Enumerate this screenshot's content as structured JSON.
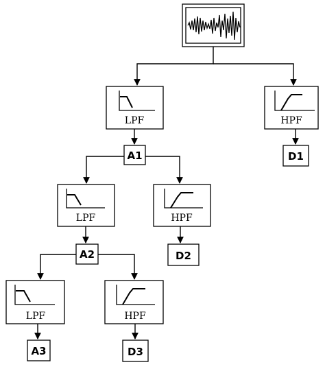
{
  "nodes": {
    "lpf_1": "LPF",
    "hpf_1": "HPF",
    "a1": "A1",
    "d1": "D1",
    "lpf_2": "LPF",
    "hpf_2": "HPF",
    "a2": "A2",
    "d2": "D2",
    "lpf_3": "LPF",
    "hpf_3": "HPF",
    "a3": "A3",
    "d3": "D3"
  },
  "colors": {
    "line": "#000000",
    "background": "#ffffff"
  },
  "icons": {
    "signal": "noisy-signal-waveform-icon",
    "lowpass": "lowpass-response-icon",
    "highpass": "highpass-response-icon"
  }
}
